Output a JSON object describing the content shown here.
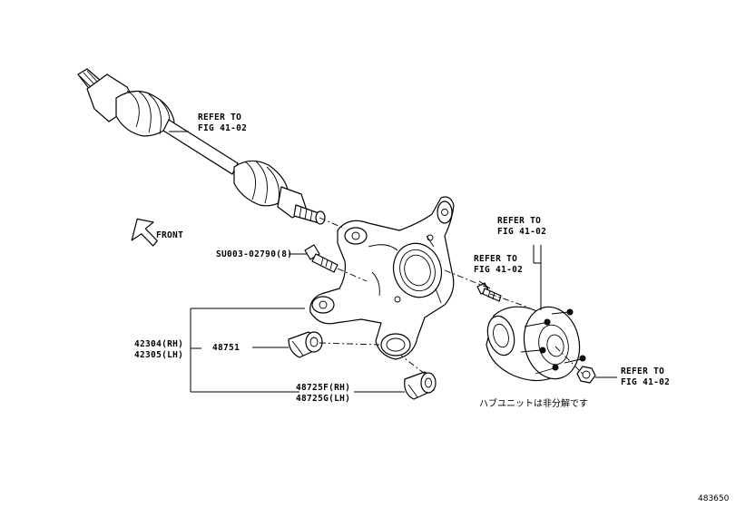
{
  "labels": {
    "refer_axle": [
      "REFER TO",
      "FIG 41-02"
    ],
    "refer_hub_upper": [
      "REFER TO",
      "FIG 41-02"
    ],
    "refer_bolt": [
      "REFER TO",
      "FIG 41-02"
    ],
    "refer_nut": [
      "REFER TO",
      "FIG 41-02"
    ],
    "front": "FRONT",
    "bolt_part": "SU003-02790(8)",
    "knuckle_rh": "42304(RH)",
    "knuckle_lh": "42305(LH)",
    "bushing_part": "48751",
    "bushing_rh": "48725F(RH)",
    "bushing_lh": "48725G(LH)",
    "hub_note": "ハブユニットは非分解です",
    "diagram_id": "483650"
  },
  "icons": [
    "front-arrow-icon"
  ]
}
